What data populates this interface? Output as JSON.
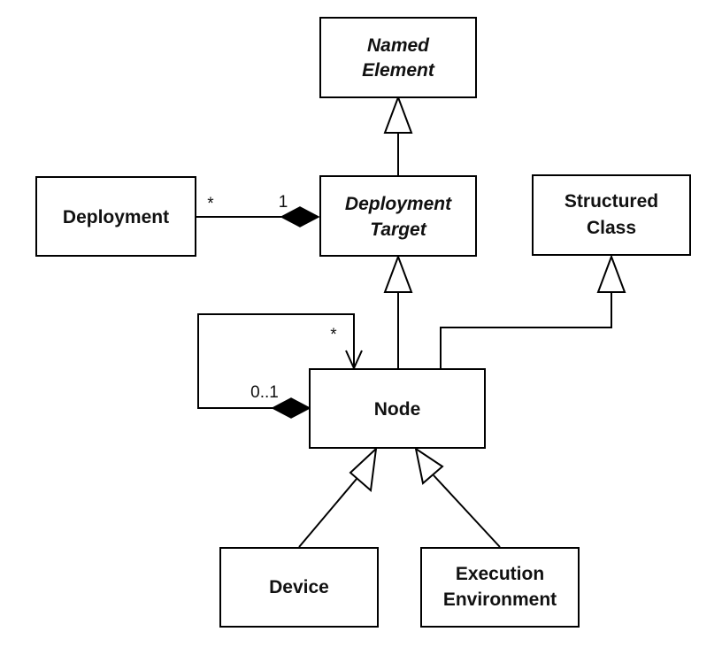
{
  "classes": {
    "named_element": {
      "lines": [
        "Named",
        "Element"
      ],
      "abstract": true
    },
    "deployment_target": {
      "lines": [
        "Deployment",
        "Target"
      ],
      "abstract": true
    },
    "deployment": {
      "lines": [
        "Deployment"
      ],
      "abstract": false
    },
    "structured_class": {
      "lines": [
        "Structured",
        "Class"
      ],
      "abstract": false
    },
    "node": {
      "lines": [
        "Node"
      ],
      "abstract": false
    },
    "device": {
      "lines": [
        "Device"
      ],
      "abstract": false
    },
    "execution_environment": {
      "lines": [
        "Execution",
        "Environment"
      ],
      "abstract": false
    }
  },
  "relationships": {
    "deployment_to_target": {
      "type": "composition",
      "from": "Deployment",
      "to": "Deployment Target",
      "multiplicity_deployment": "*",
      "multiplicity_target": "1"
    },
    "node_nested": {
      "type": "composition",
      "from": "Node",
      "to": "Node",
      "multiplicity_owner": "0..1",
      "multiplicity_nested": "*"
    },
    "generalizations": [
      {
        "child": "Deployment Target",
        "parent": "Named Element"
      },
      {
        "child": "Node",
        "parent": "Deployment Target"
      },
      {
        "child": "Node",
        "parent": "Structured Class"
      },
      {
        "child": "Device",
        "parent": "Node"
      },
      {
        "child": "Execution Environment",
        "parent": "Node"
      }
    ]
  }
}
